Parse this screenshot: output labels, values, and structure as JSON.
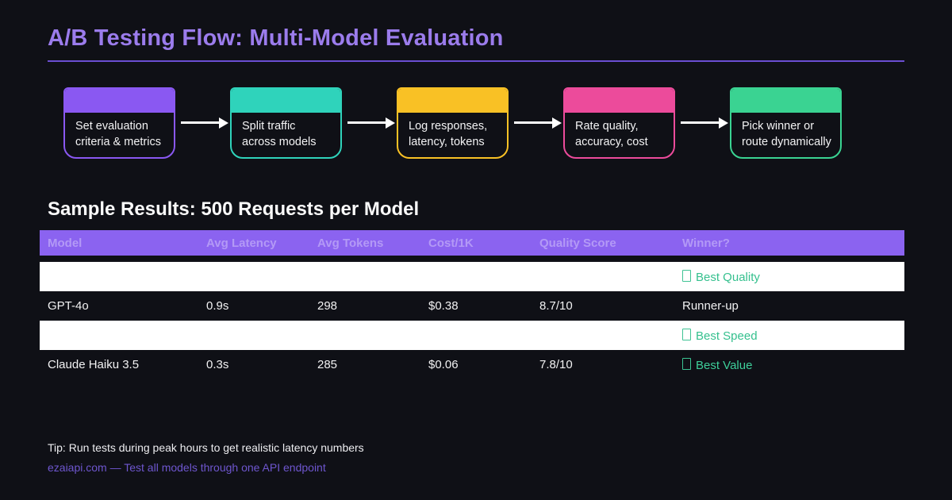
{
  "page": {
    "background": "#0f1016",
    "accent_purple": "#9b7cec",
    "underline_color": "#6b4ed2",
    "arrow_color": "#ffffff"
  },
  "header": {
    "title": "A/B Testing Flow: Multi-Model Evaluation"
  },
  "flow": {
    "steps": [
      {
        "label_line1": "Set evaluation",
        "label_line2": "criteria & metrics",
        "color": "#8a58f2"
      },
      {
        "label_line1": "Split traffic",
        "label_line2": "across models",
        "color": "#2fd3bb"
      },
      {
        "label_line1": "Log responses,",
        "label_line2": "latency, tokens",
        "color": "#f9c125"
      },
      {
        "label_line1": "Rate quality,",
        "label_line2": "accuracy, cost",
        "color": "#ec4b9b"
      },
      {
        "label_line1": "Pick winner or",
        "label_line2": "route dynamically",
        "color": "#3ad392"
      }
    ]
  },
  "results": {
    "heading": "Sample Results: 500 Requests per Model",
    "table": {
      "header_bg": "#8b63f0",
      "header_text_color": "rgba(236,229,255,0.42)",
      "columns": [
        "Model",
        "Avg Latency",
        "Avg Tokens",
        "Cost/1K",
        "Quality Score",
        "Winner?"
      ],
      "rows": [
        {
          "style": "light",
          "model": "",
          "avg_latency": "",
          "avg_tokens": "",
          "cost_per_1k": "",
          "quality_score": "",
          "winner": "Best Quality",
          "winner_has_missing_glyph": true,
          "winner_color": "#35c08e"
        },
        {
          "style": "dark",
          "model": "GPT-4o",
          "avg_latency": "0.9s",
          "avg_tokens": "298",
          "cost_per_1k": "$0.38",
          "quality_score": "8.7/10",
          "winner": "Runner-up",
          "winner_has_missing_glyph": false,
          "winner_color": "#f2f2f3"
        },
        {
          "style": "light",
          "model": "",
          "avg_latency": "",
          "avg_tokens": "",
          "cost_per_1k": "",
          "quality_score": "",
          "winner": "Best Speed",
          "winner_has_missing_glyph": true,
          "winner_color": "#35c08e"
        },
        {
          "style": "dark",
          "model": "Claude Haiku 3.5",
          "avg_latency": "0.3s",
          "avg_tokens": "285",
          "cost_per_1k": "$0.06",
          "quality_score": "7.8/10",
          "winner": "Best Value",
          "winner_has_missing_glyph": true,
          "winner_color": "#3ecf9a"
        }
      ]
    }
  },
  "footer": {
    "tip": "Tip: Run tests during peak hours to get realistic latency numbers",
    "link": "ezaiapi.com — Test all models through one API endpoint",
    "link_color": "#6e56cf"
  }
}
